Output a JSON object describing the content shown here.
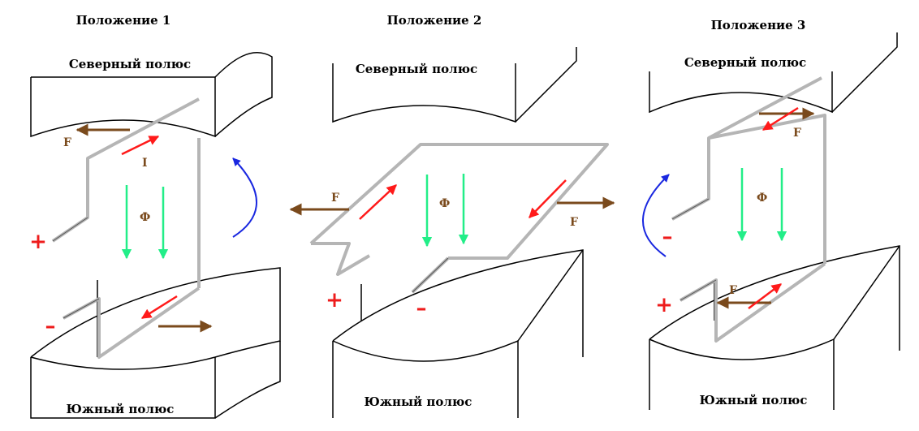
{
  "colors": {
    "outline": "#000000",
    "wire": "#b5b5b5",
    "force": "#7a4a1c",
    "current": "#ff1a1a",
    "flux": "#22ee88",
    "rotation": "#1a28e0",
    "sign": "#ee1c1c"
  },
  "panels": [
    {
      "title": "Положение 1",
      "north": "Северный полюс",
      "south": "Южный полюс",
      "force_label_top": "F",
      "current_label": "I",
      "flux_label": "Ф",
      "plus": "+",
      "minus": "–"
    },
    {
      "title": "Положение 2",
      "north": "Северный полюс",
      "south": "Южный полюс",
      "force_label_left": "F",
      "force_label_right": "F",
      "flux_label": "Ф",
      "plus": "+",
      "minus": "–"
    },
    {
      "title": "Положение 3",
      "north": "Северный полюс",
      "south": "Южный полюс",
      "force_label_top": "F",
      "force_label_bottom": "F",
      "flux_label": "Ф",
      "plus": "+",
      "minus": "–"
    }
  ]
}
